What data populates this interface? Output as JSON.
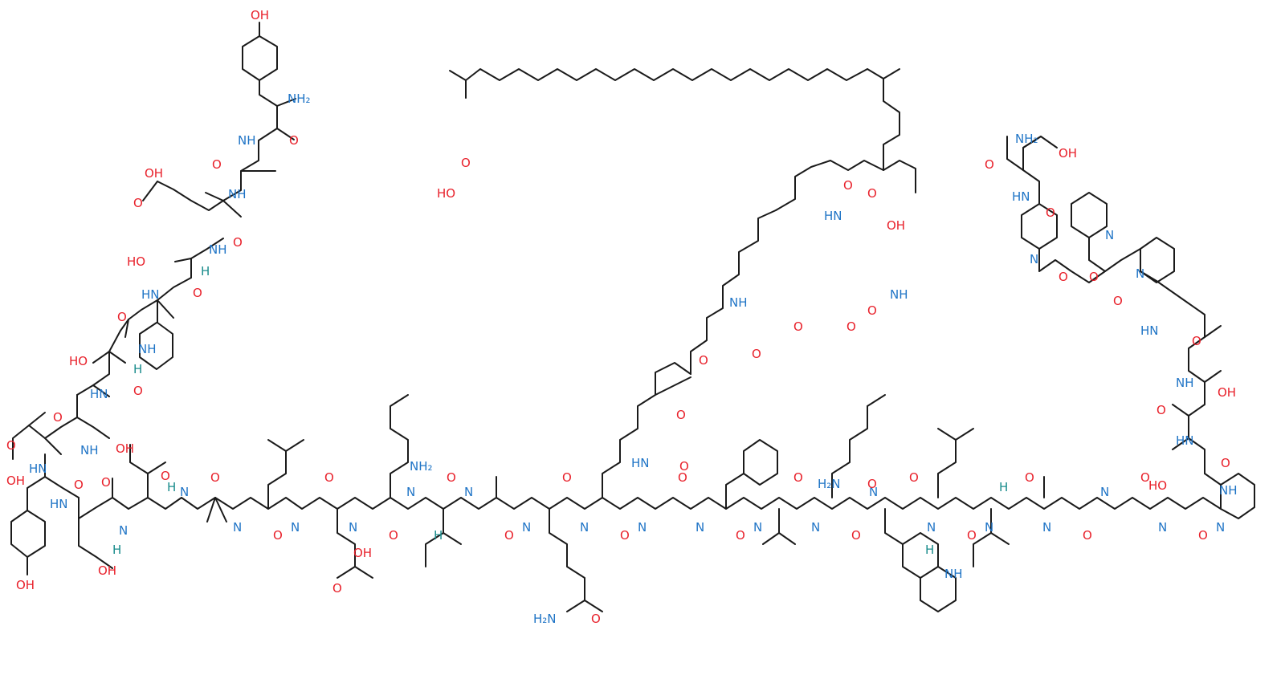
{
  "structure_colors": {
    "bond": "#1a1a1a",
    "oxygen": "#e8202a",
    "nitrogen": "#1f74c6",
    "stereo_h": "#1a8c8c"
  },
  "labels": {
    "OH": "OH",
    "HO": "HO",
    "NH2": "NH₂",
    "H2N": "H₂N",
    "NH": "NH",
    "HN": "HN",
    "N": "N",
    "O": "O",
    "H": "H",
    "NH_indole": "NH"
  }
}
